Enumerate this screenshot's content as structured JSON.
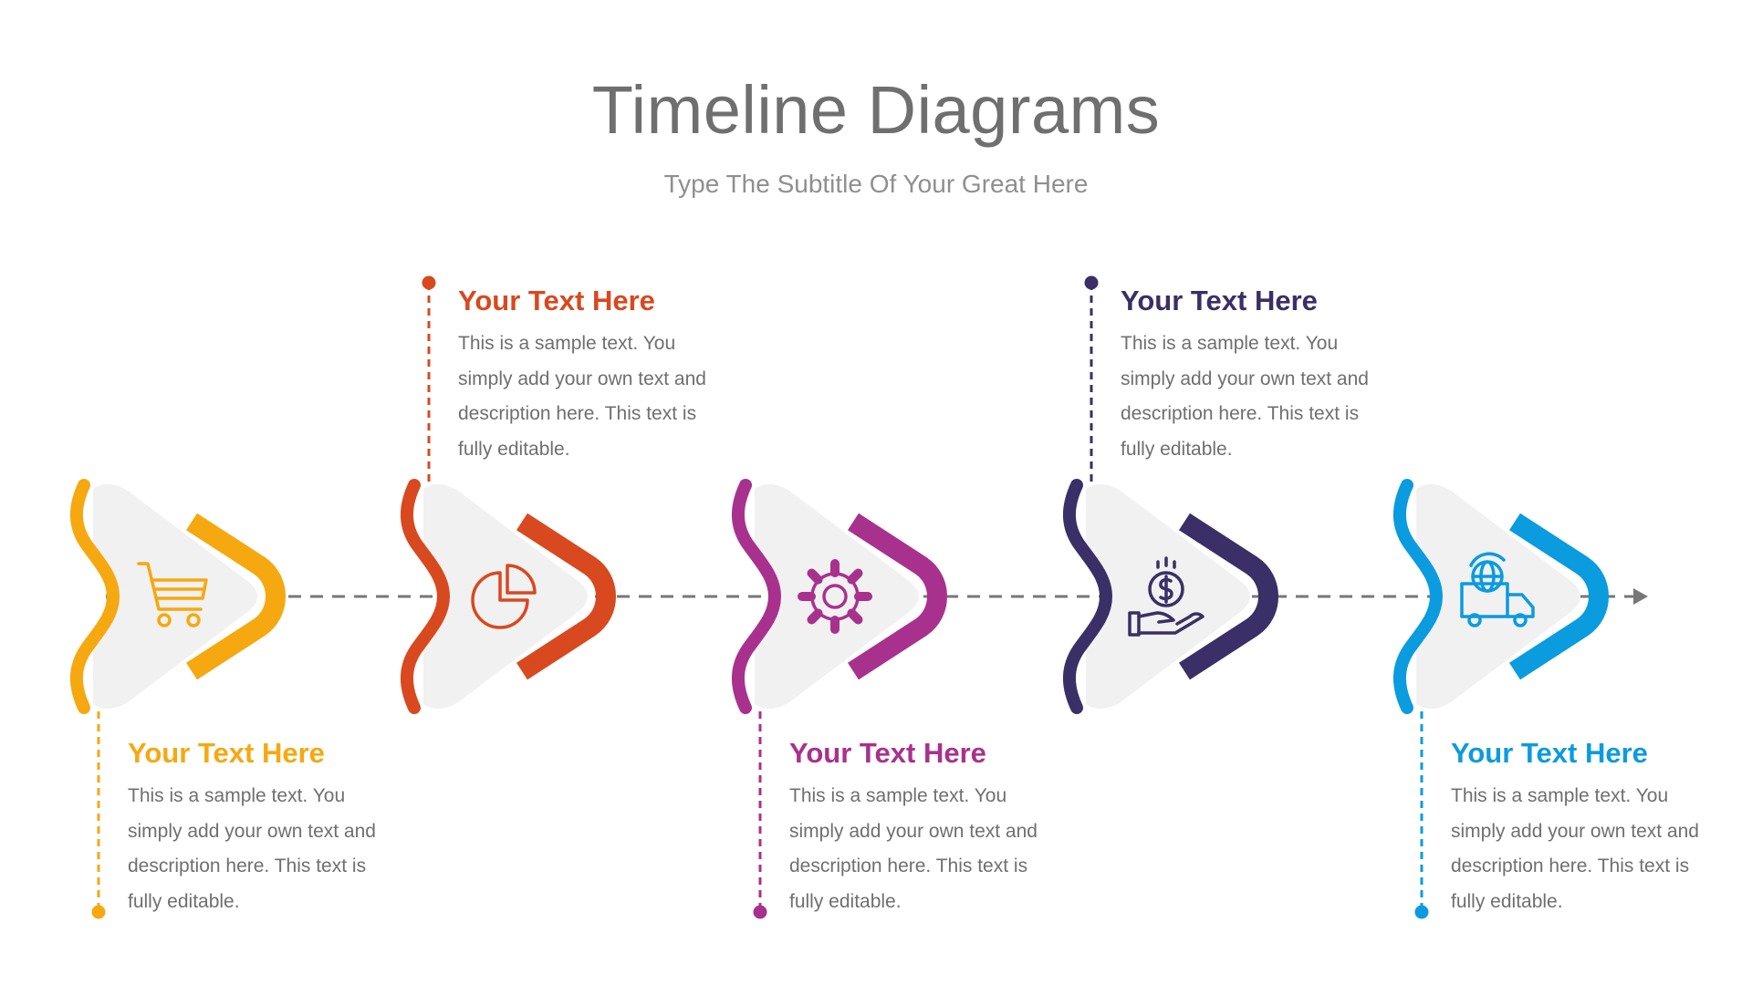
{
  "header": {
    "title": "Timeline Diagrams",
    "subtitle": "Type The Subtitle Of Your Great Here"
  },
  "steps": [
    {
      "color": "#F6A811",
      "icon": "shopping-cart-icon",
      "heading": "Your Text Here",
      "body": "This is a sample text. You simply add your own text and description here. This text is fully editable.",
      "position": "below"
    },
    {
      "color": "#D8491F",
      "icon": "pie-chart-icon",
      "heading": "Your Text Here",
      "body": "This is a sample text. You simply add your own text and description here. This text is fully editable.",
      "position": "above"
    },
    {
      "color": "#A9318E",
      "icon": "gear-icon",
      "heading": "Your Text Here",
      "body": "This is a sample text. You simply add your own text and description here. This text is fully editable.",
      "position": "below"
    },
    {
      "color": "#3A2F66",
      "icon": "money-hand-icon",
      "heading": "Your Text Here",
      "body": "This is a sample text. You simply add your own text and description here. This text is fully editable.",
      "position": "above"
    },
    {
      "color": "#0B9BDF",
      "icon": "global-delivery-truck-icon",
      "heading": "Your Text Here",
      "body": "This is a sample text. You simply add your own text and description here. This text is fully editable.",
      "position": "below"
    }
  ]
}
